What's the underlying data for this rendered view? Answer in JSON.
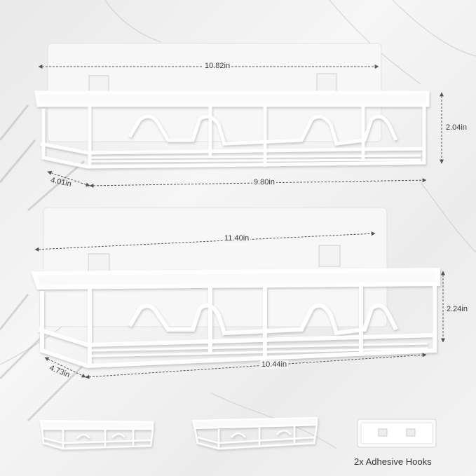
{
  "shelf_top": {
    "width_label": "10.82in",
    "height_label": "2.04in",
    "depth_label": "4.01in",
    "inner_length_label": "9.80in"
  },
  "shelf_bottom": {
    "width_label": "11.40in",
    "height_label": "2.24in",
    "depth_label": "4.73in",
    "inner_length_label": "10.44in"
  },
  "footer": {
    "hooks_caption": "2x Adhesive Hooks"
  },
  "colors": {
    "background": "#efefef",
    "shelf": "#ffffff",
    "dimension_line": "#555555"
  }
}
